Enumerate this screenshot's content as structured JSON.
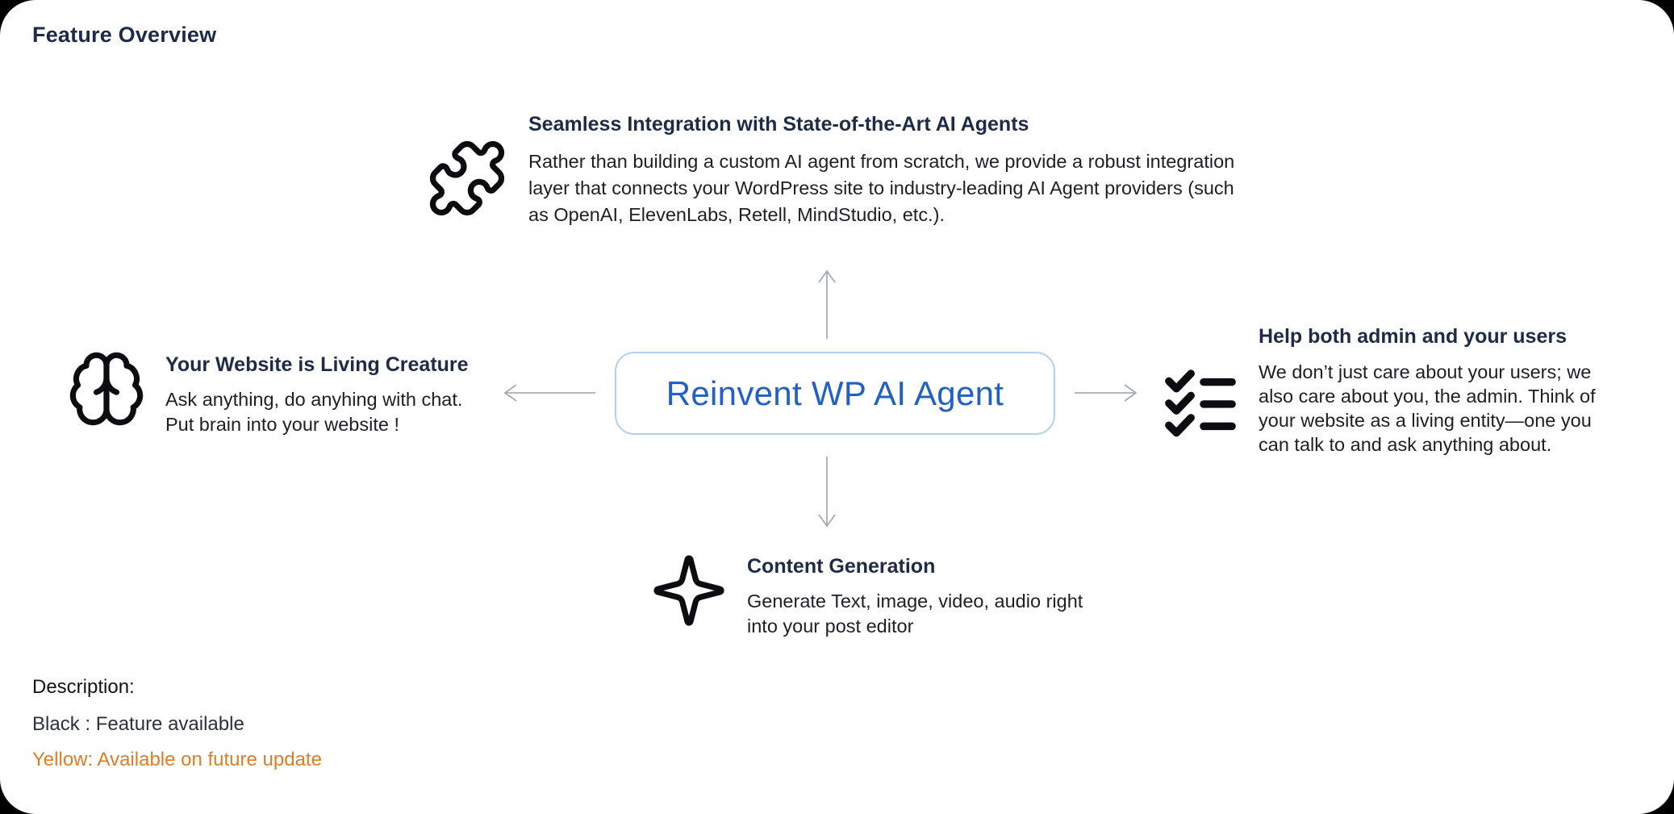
{
  "page": {
    "title": "Feature Overview"
  },
  "center": {
    "label": "Reinvent WP AI Agent"
  },
  "features": {
    "top": {
      "icon": "puzzle-icon",
      "title": "Seamless Integration with State-of-the-Art AI Agents",
      "description": "Rather than building a custom AI agent from scratch, we provide a robust integration layer that connects your WordPress site to industry-leading AI Agent providers (such as OpenAI, ElevenLabs, Retell, MindStudio, etc.)."
    },
    "left": {
      "icon": "brain-icon",
      "title": "Your Website is Living Creature",
      "description": "Ask anything, do anyhing with chat. Put brain into your website !"
    },
    "right": {
      "icon": "checklist-icon",
      "title": "Help both admin and your users",
      "description": "We don’t just care about your users; we also care about you, the admin. Think of your website as a living entity—one you can talk to and ask anything about."
    },
    "bottom": {
      "icon": "sparkle-icon",
      "title": "Content Generation",
      "description": "Generate Text, image, video, audio right into your post editor"
    }
  },
  "legend": {
    "heading": "Description:",
    "items": [
      {
        "text": "Black : Feature available",
        "color": "#2a3240"
      },
      {
        "text": "Yellow: Available on future update",
        "color": "#dd7e27"
      }
    ]
  },
  "colors": {
    "heading": "#1e2b45",
    "body_text": "#1b1f27",
    "center_text": "#2160c4",
    "center_border": "#b5d0ec",
    "arrow": "#9aa2ad",
    "future_update": "#dd7e27",
    "card_background": "#ffffff"
  }
}
